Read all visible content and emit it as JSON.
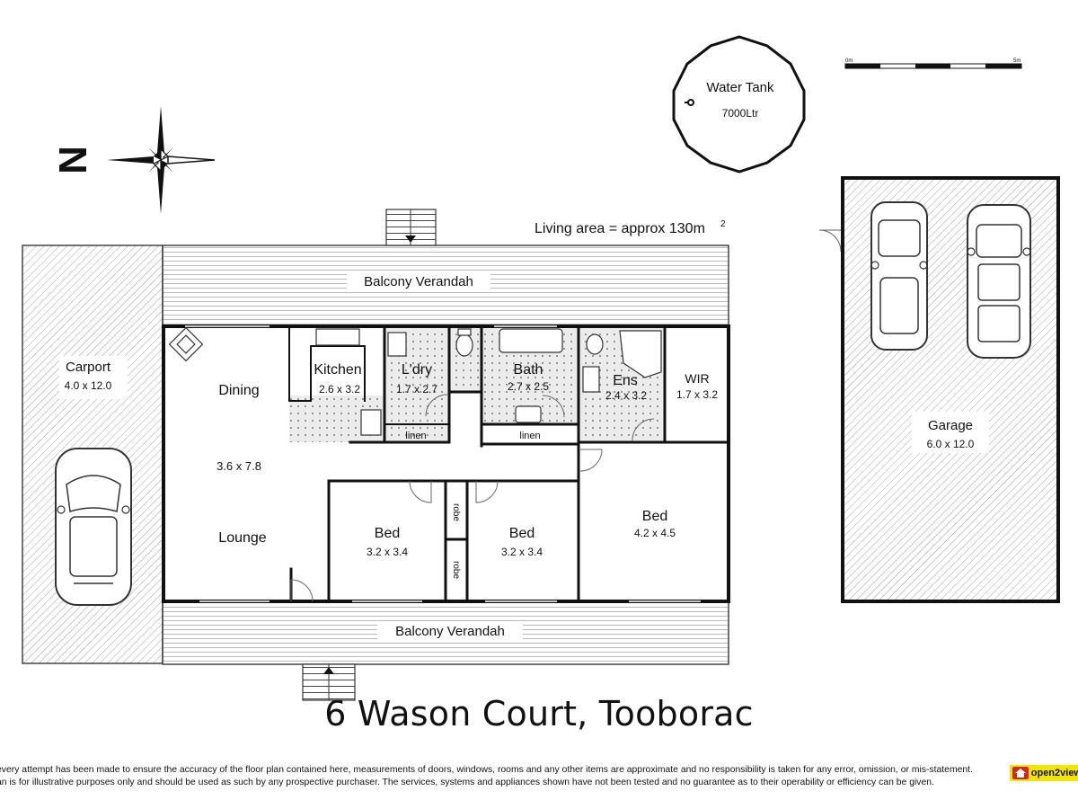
{
  "listing": {
    "address_title": "6 Wason Court, Tooborac"
  },
  "summary": {
    "living_area": "Living area = approx 130m",
    "living_area_unit_exp": "2"
  },
  "scale_bar": {
    "start_label": "0m",
    "end_label": "5m"
  },
  "compass": {
    "north_letter": "N"
  },
  "water_tank": {
    "name": "Water Tank",
    "capacity": "7000Ltr"
  },
  "rooms": {
    "carport": {
      "name": "Carport",
      "size": "4.0 x 12.0"
    },
    "dining": {
      "name": "Dining"
    },
    "lounge": {
      "name": "Lounge"
    },
    "dining_lounge_size": "3.6 x 7.8",
    "kitchen": {
      "name": "Kitchen",
      "size": "2.6 x 3.2"
    },
    "laundry": {
      "name": "L'dry",
      "size": "1.7 x 2.7"
    },
    "bath": {
      "name": "Bath",
      "size": "2.7 x 2.5"
    },
    "ensuite": {
      "name": "Ens",
      "size": "2.4 x 3.2"
    },
    "wir": {
      "name": "WIR",
      "size": "1.7 x 3.2"
    },
    "bed1": {
      "name": "Bed",
      "size": "3.2 x 3.4"
    },
    "bed2": {
      "name": "Bed",
      "size": "3.2 x 3.4"
    },
    "bed3": {
      "name": "Bed",
      "size": "4.2 x 4.5"
    },
    "linen1": "linen",
    "linen2": "linen",
    "robe1": "robe",
    "robe2": "robe",
    "verandah_top": "Balcony Verandah",
    "verandah_bottom": "Balcony Verandah",
    "garage": {
      "name": "Garage",
      "size": "6.0 x 12.0"
    }
  },
  "disclaimer": {
    "line1": "every attempt has been made to ensure the accuracy of the floor plan contained here, measurements of doors, windows, rooms and any other items are approximate and no responsibility is taken for any error, omission, or mis-statement.",
    "line2": "an is for illustrative purposes only and should be used as such by any prospective purchaser. The services, systems and appliances shown have not been tested and no guarantee as to their operability or efficiency can be given."
  },
  "branding": {
    "name": "open2view",
    "logo_icon": "house-icon"
  },
  "colors": {
    "wall": "#111111",
    "hatch": "#9a9a9a",
    "tile_dot": "#8a8a8a",
    "brand_yellow": "#f4e500",
    "brand_red": "#d9261c"
  }
}
